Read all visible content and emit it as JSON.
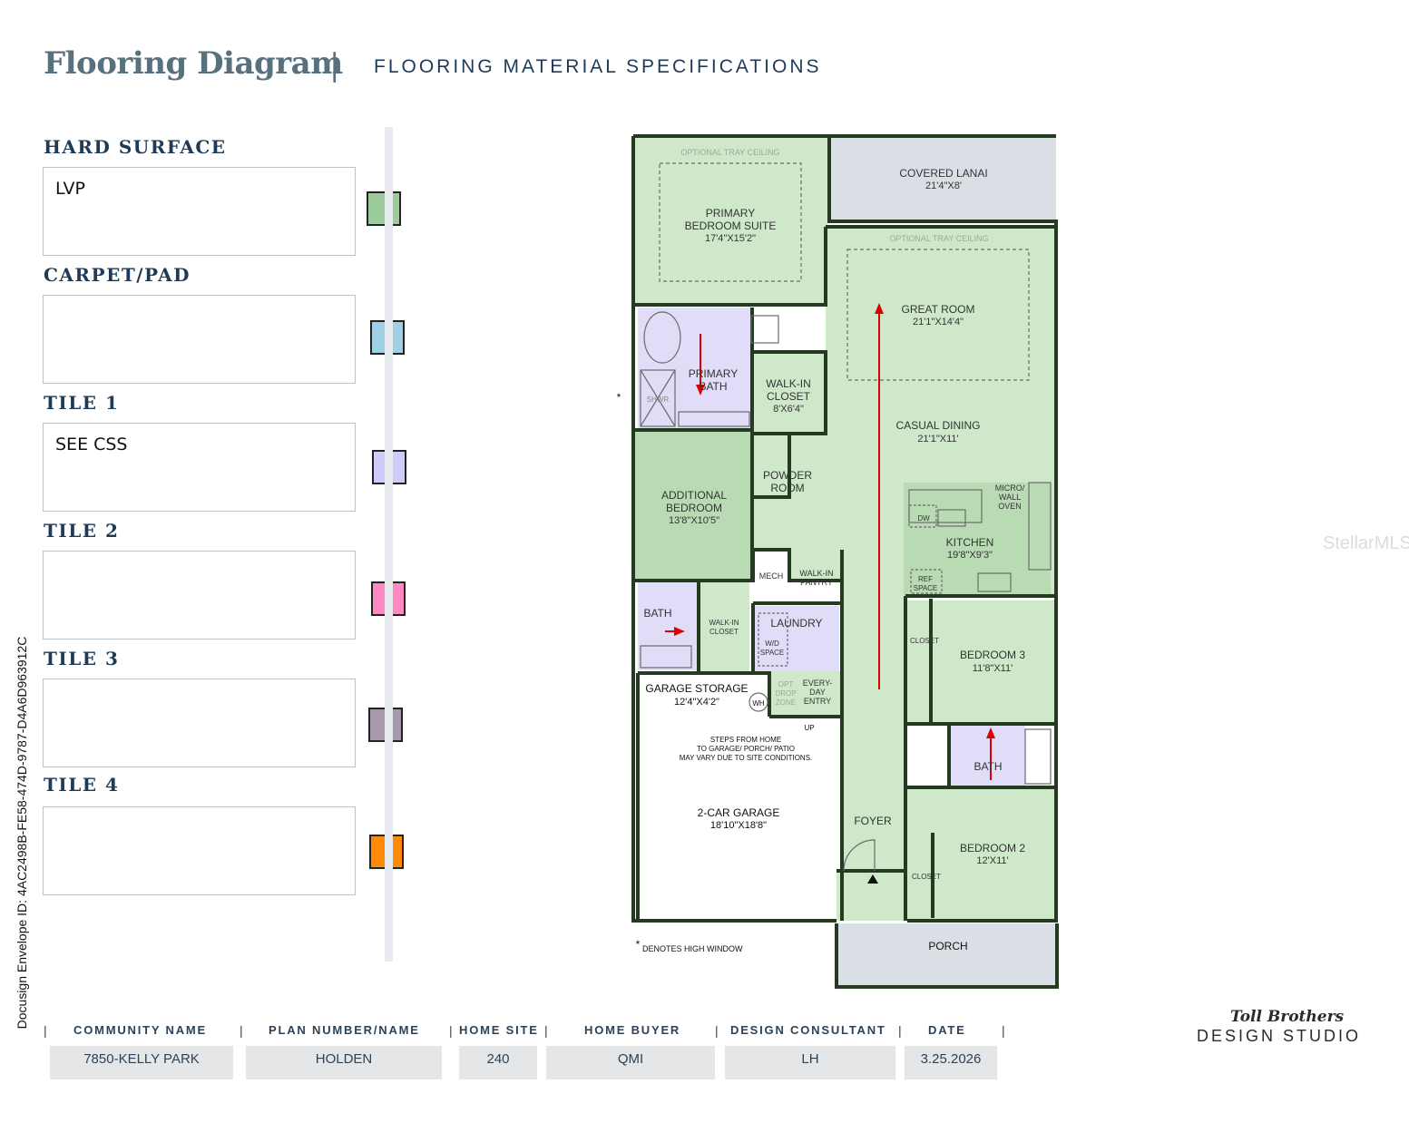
{
  "header": {
    "title": "Flooring Diagram",
    "separator": "|",
    "subtitle": "FLOORING MATERIAL SPECIFICATIONS"
  },
  "materials": [
    {
      "label": "HARD SURFACE",
      "value": "LVP",
      "swatch_color": "#9ccc9c"
    },
    {
      "label": "CARPET/PAD",
      "value": "",
      "swatch_color": "#9fd0e6"
    },
    {
      "label": "TILE 1",
      "value": "SEE CSS",
      "swatch_color": "#cccbfa"
    },
    {
      "label": "TILE 2",
      "value": "",
      "swatch_color": "#ff88c2"
    },
    {
      "label": "TILE 3",
      "value": "",
      "swatch_color": "#a898ac"
    },
    {
      "label": "TILE 4",
      "value": "",
      "swatch_color": "#ff8a08"
    }
  ],
  "floorplan": {
    "rooms": {
      "tray_ceiling_1": "OPTIONAL TRAY CEILING",
      "tray_ceiling_2": "OPTIONAL TRAY CEILING",
      "primary_bedroom": [
        "PRIMARY",
        "BEDROOM SUITE",
        "17'4\"X15'2\""
      ],
      "covered_lanai": [
        "COVERED LANAI",
        "21'4\"X8'"
      ],
      "great_room": [
        "GREAT ROOM",
        "21'1\"X14'4\""
      ],
      "primary_bath": [
        "PRIMARY",
        "BATH"
      ],
      "shwr": "SHWR",
      "walk_in_closet_1": [
        "WALK-IN",
        "CLOSET",
        "8'X6'4\""
      ],
      "casual_dining": [
        "CASUAL DINING",
        "21'1\"X11'"
      ],
      "powder_room": [
        "POWDER",
        "ROOM"
      ],
      "additional_bedroom": [
        "ADDITIONAL",
        "BEDROOM",
        "13'8\"X10'5\""
      ],
      "micro_wall_oven": [
        "MICRO/",
        "WALL",
        "OVEN"
      ],
      "dw": "DW",
      "kitchen": [
        "KITCHEN",
        "19'8\"X9'3\""
      ],
      "mech": "MECH",
      "walk_in_pantry": [
        "WALK-IN",
        "PANTRY"
      ],
      "ref_space": [
        "REF",
        "SPACE"
      ],
      "bath_1": "BATH",
      "walk_in_closet_2": [
        "WALK-IN",
        "CLOSET"
      ],
      "laundry": "LAUNDRY",
      "wd_space": [
        "W/D",
        "SPACE"
      ],
      "closet_1": "CLOSET",
      "bedroom_3": [
        "BEDROOM 3",
        "11'8\"X11'"
      ],
      "garage_storage": [
        "GARAGE STORAGE",
        "12'4\"X4'2\""
      ],
      "wh": "WH",
      "opt_drop_zone": [
        "OPT",
        "DROP",
        "ZONE"
      ],
      "every_day_entry": [
        "EVERY-",
        "DAY",
        "ENTRY"
      ],
      "up": "UP",
      "steps_note": [
        "STEPS FROM HOME",
        "TO GARAGE/ PORCH/ PATIO",
        "MAY VARY DUE TO SITE CONDITIONS."
      ],
      "bath_2": "BATH",
      "garage": [
        "2-CAR GARAGE",
        "18'10\"X18'8\""
      ],
      "foyer": "FOYER",
      "bedroom_2": [
        "BEDROOM 2",
        "12'X11'"
      ],
      "closet_2": "CLOSET",
      "porch": "PORCH",
      "high_window_star": "*",
      "high_window_note": "DENOTES HIGH WINDOW"
    },
    "colors": {
      "hard_surface": "#cfe8c9",
      "hard_surface_dark": "#b9dbb4",
      "tile": "#e1dcf7",
      "wall": "#243b22",
      "outdoor": "#d9dfe4"
    }
  },
  "side_text": {
    "docusign": "Docusign Envelope ID: 4AC2498B-FE58-474D-9787-D4A6D963912C",
    "watermark": "StellarMLS"
  },
  "footer": {
    "headers": [
      "COMMUNITY NAME",
      "PLAN NUMBER/NAME",
      "HOME SITE",
      "HOME BUYER",
      "DESIGN CONSULTANT",
      "DATE"
    ],
    "values": [
      "7850-KELLY PARK",
      "HOLDEN",
      "240",
      "QMI",
      "LH",
      "3.25.2026"
    ],
    "separator": "|"
  },
  "brand": {
    "top": "Toll Brothers",
    "bottom": "DESIGN STUDIO"
  }
}
